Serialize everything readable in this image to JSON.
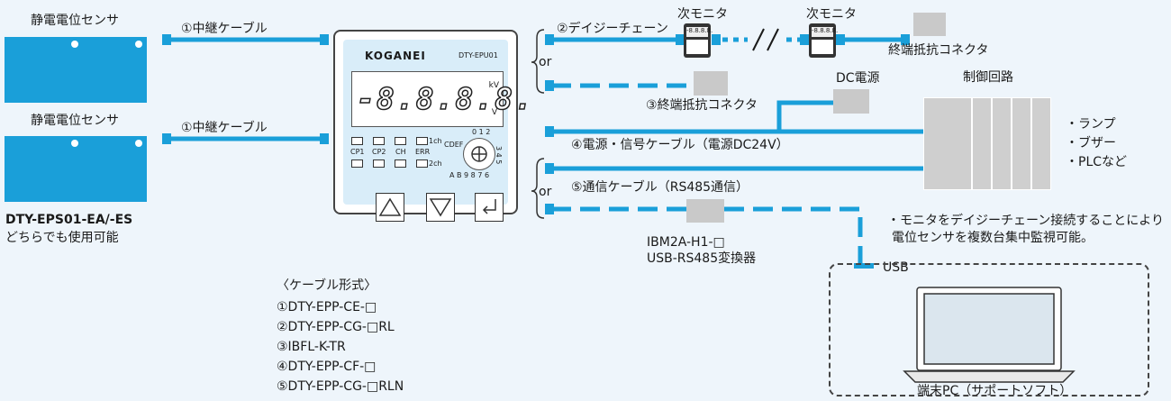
{
  "sensors": {
    "top_label": "静電電位センサ",
    "bottom_label": "静電電位センサ",
    "model": "DTY-EPS01-EA/-ES",
    "model_note": "どちらでも使用可能"
  },
  "cables": {
    "relay_top": "①中継ケーブル",
    "relay_bottom": "①中継ケーブル",
    "daisy_chain": "②デイジーチェーン",
    "terminator_label": "③終端抵抗コネクタ",
    "power_signal": "④電源・信号ケーブル（電源DC24V）",
    "comm": "⑤通信ケーブル（RS485通信）"
  },
  "or_labels": [
    "or",
    "or"
  ],
  "next_monitor": [
    "次モニタ",
    "次モニタ"
  ],
  "end_terminator": "終端抵抗コネクタ",
  "dc_power": "DC電源",
  "control_circuit": {
    "title": "制御回路",
    "outputs": [
      "・ランプ",
      "・ブザー",
      "・PLCなど"
    ]
  },
  "monitor": {
    "brand": "KOGANEI",
    "model": "DTY-EPU01",
    "display": "-8.8.8.8.",
    "unit_kv": "kV",
    "unit_v": "V",
    "leds": [
      "CP1",
      "CP2",
      "CH",
      "ERR"
    ],
    "led_1ch": "1ch",
    "led_2ch": "2ch",
    "dial_top": "0 1 2",
    "dial_side": "CDEF",
    "dial_right": "3 4 5",
    "dial_bottom": "A B 9 8 7 6"
  },
  "converter": {
    "line1": "IBM2A-H1-□",
    "line2": "USB-RS485変換器"
  },
  "usb_label": "USB",
  "pc_label": "端末PC（サポートソフト）",
  "note": {
    "line1": "・モニタをデイジーチェーン接続することにより",
    "line2": "電位センサを複数台集中監視可能。"
  },
  "cable_types": {
    "title": "〈ケーブル形式〉",
    "items": [
      "①DTY-EPP-CE-□",
      "②DTY-EPP-CG-□RL",
      "③IBFL-K-TR",
      "④DTY-EPP-CF-□",
      "⑤DTY-EPP-CG-□RLN"
    ]
  },
  "colors": {
    "background": "#eef5fb",
    "cable": "#1a9fd9",
    "device_gray": "#c9c9c9",
    "text": "#1a1a1a"
  }
}
